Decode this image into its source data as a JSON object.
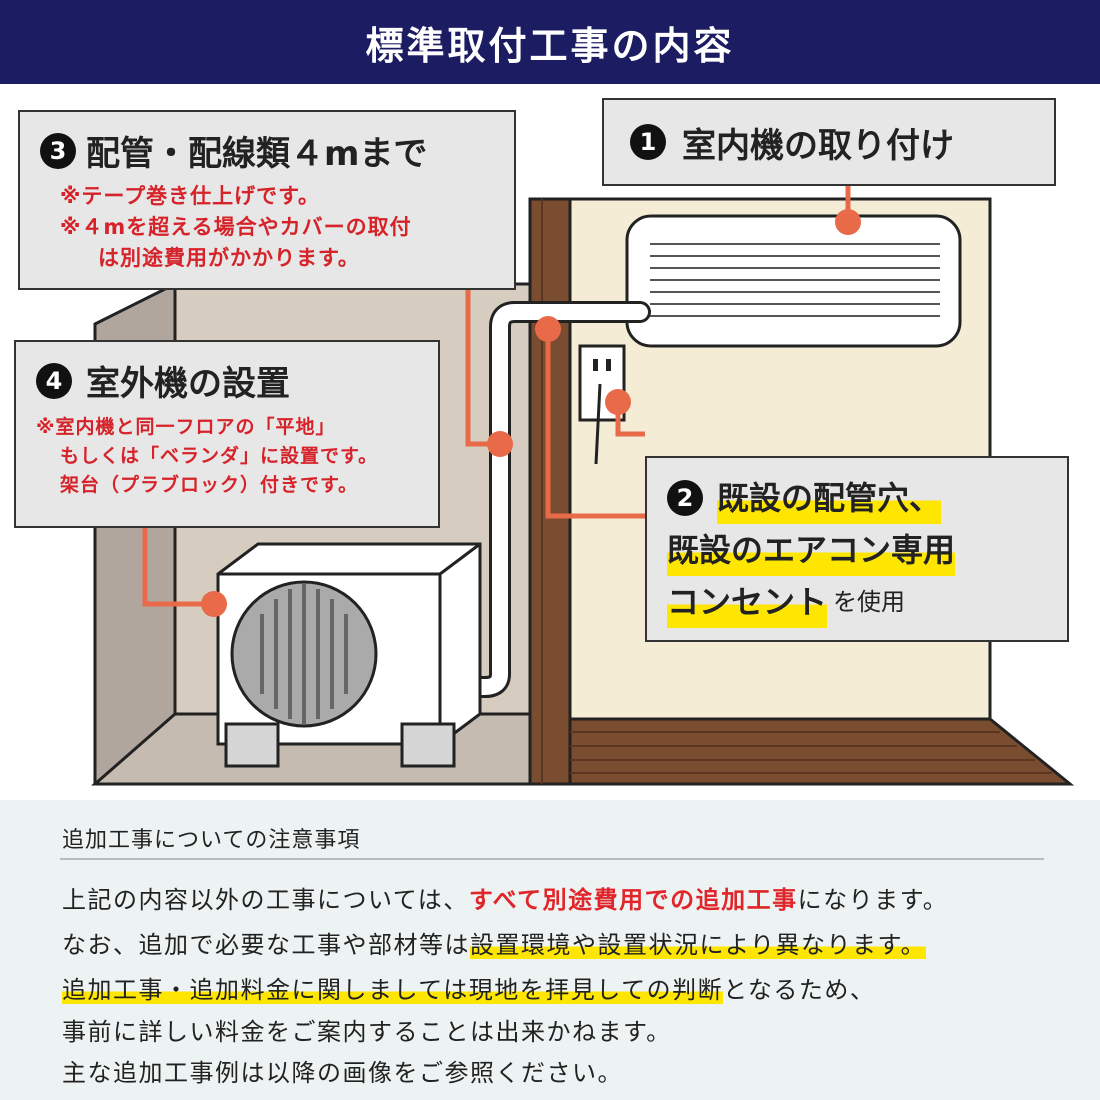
{
  "header": {
    "title": "標準取付工事の内容"
  },
  "callouts": {
    "c1": {
      "number": "1",
      "title": "室内機の取り付け"
    },
    "c2": {
      "number": "2",
      "line1": "既設の配管穴、",
      "line2": "既設のエアコン専用",
      "line3_highlight": "コンセント",
      "line3_suffix": "を使用"
    },
    "c3": {
      "number": "3",
      "title": "配管・配線類４mまで",
      "note1": "※テープ巻き仕上げです。",
      "note2": "※４mを超える場合やカバーの取付",
      "note3": "は別途費用がかかります。"
    },
    "c4": {
      "number": "4",
      "title": "室外機の設置",
      "note1": "※室内機と同一フロアの「平地」",
      "note2": "もしくは「ベランダ」に設置です。",
      "note3": "架台（プラブロック）付きです。"
    }
  },
  "notes": {
    "heading": "追加工事についての注意事項",
    "line1_a": "上記の内容以外の工事については、",
    "line1_b": "すべて別途費用での追加工事",
    "line1_c": "になります。",
    "line2_a": "なお、追加で必要な工事や部材等は",
    "line2_b": "設置環境や設置状況により異なります。",
    "line3_a": "追加工事・追加料金に関しましては現地を拝見しての判断",
    "line3_b": "となるため、",
    "line4": "事前に詳しい料金をご案内することは出来かねます。",
    "line5": "主な追加工事例は以降の画像をご参照ください。"
  },
  "colors": {
    "header_bg": "#1c1c63",
    "leader_line": "#e86a48",
    "note_red": "#d6232a",
    "highlight": "#ffe600",
    "notes_bg": "#edf3f2",
    "callout_bg": "#e7e7e7",
    "wood": "#7a4c30"
  },
  "icons": [
    "number-1-badge",
    "number-2-badge",
    "number-3-badge",
    "number-4-badge",
    "indoor-unit",
    "outdoor-unit",
    "wall-outlet"
  ]
}
